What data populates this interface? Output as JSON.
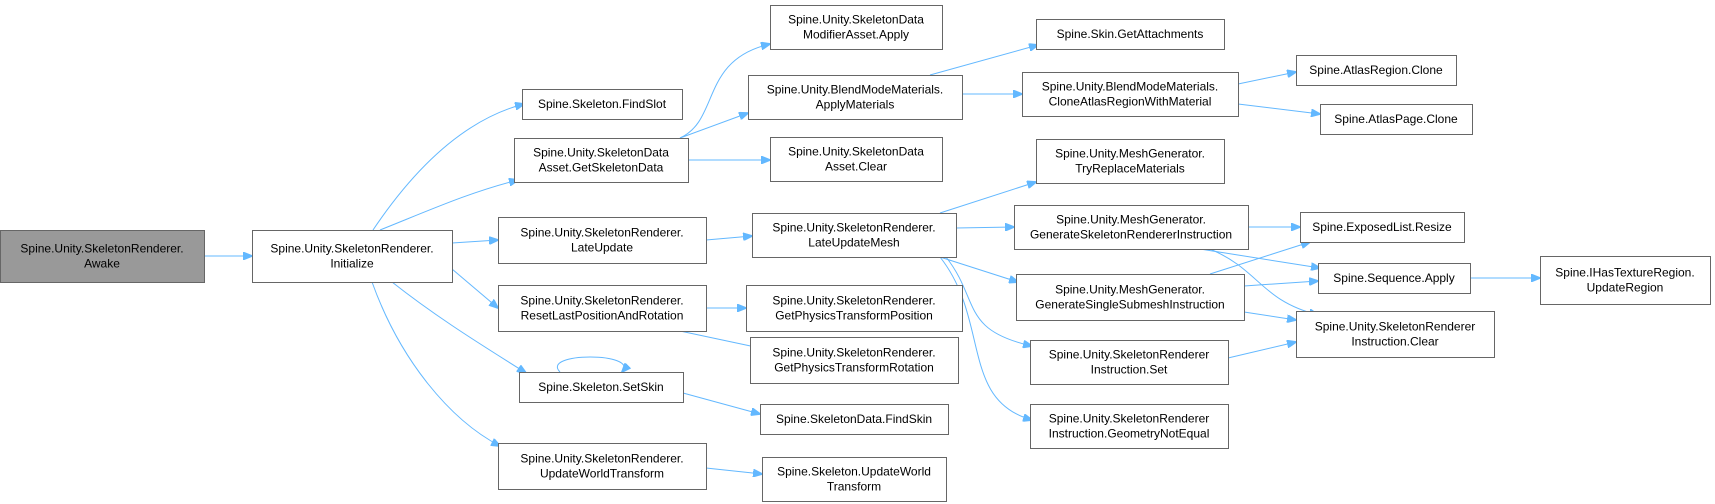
{
  "diagram": {
    "colors": {
      "node_border": "#666666",
      "node_fill": "#ffffff",
      "root_fill": "#999999",
      "edge": "#63b8ff"
    },
    "nodes": [
      {
        "id": "awake",
        "root": true,
        "lines": [
          "Spine.Unity.SkeletonRenderer.",
          "Awake"
        ]
      },
      {
        "id": "initialize",
        "lines": [
          "Spine.Unity.SkeletonRenderer.",
          "Initialize"
        ]
      },
      {
        "id": "findslot",
        "lines": [
          "Spine.Skeleton.FindSlot"
        ]
      },
      {
        "id": "getskeletondata",
        "lines": [
          "Spine.Unity.SkeletonData",
          "Asset.GetSkeletonData"
        ]
      },
      {
        "id": "lateupdate",
        "lines": [
          "Spine.Unity.SkeletonRenderer.",
          "LateUpdate"
        ]
      },
      {
        "id": "resetlast",
        "lines": [
          "Spine.Unity.SkeletonRenderer.",
          "ResetLastPositionAndRotation"
        ]
      },
      {
        "id": "setskin",
        "lines": [
          "Spine.Skeleton.SetSkin"
        ]
      },
      {
        "id": "updateworldtransform",
        "lines": [
          "Spine.Unity.SkeletonRenderer.",
          "UpdateWorldTransform"
        ]
      },
      {
        "id": "modifierapply",
        "lines": [
          "Spine.Unity.SkeletonData",
          "ModifierAsset.Apply"
        ]
      },
      {
        "id": "applymaterials",
        "lines": [
          "Spine.Unity.BlendModeMaterials.",
          "ApplyMaterials"
        ]
      },
      {
        "id": "assetclear",
        "lines": [
          "Spine.Unity.SkeletonData",
          "Asset.Clear"
        ]
      },
      {
        "id": "lateupdatemesh",
        "lines": [
          "Spine.Unity.SkeletonRenderer.",
          "LateUpdateMesh"
        ]
      },
      {
        "id": "getphyspos",
        "lines": [
          "Spine.Unity.SkeletonRenderer.",
          "GetPhysicsTransformPosition"
        ]
      },
      {
        "id": "getphysrot",
        "lines": [
          "Spine.Unity.SkeletonRenderer.",
          "GetPhysicsTransformRotation"
        ]
      },
      {
        "id": "findskin",
        "lines": [
          "Spine.SkeletonData.FindSkin"
        ]
      },
      {
        "id": "skelupdateworld",
        "lines": [
          "Spine.Skeleton.UpdateWorld",
          "Transform"
        ]
      },
      {
        "id": "getattachments",
        "lines": [
          "Spine.Skin.GetAttachments"
        ]
      },
      {
        "id": "cloneatlas",
        "lines": [
          "Spine.Unity.BlendModeMaterials.",
          "CloneAtlasRegionWithMaterial"
        ]
      },
      {
        "id": "tryreplace",
        "lines": [
          "Spine.Unity.MeshGenerator.",
          "TryReplaceMaterials"
        ]
      },
      {
        "id": "genskelinstr",
        "lines": [
          "Spine.Unity.MeshGenerator.",
          "GenerateSkeletonRendererInstruction"
        ]
      },
      {
        "id": "gensingle",
        "lines": [
          "Spine.Unity.MeshGenerator.",
          "GenerateSingleSubmeshInstruction"
        ]
      },
      {
        "id": "instrset",
        "lines": [
          "Spine.Unity.SkeletonRenderer",
          "Instruction.Set"
        ]
      },
      {
        "id": "geomnotequal",
        "lines": [
          "Spine.Unity.SkeletonRenderer",
          "Instruction.GeometryNotEqual"
        ]
      },
      {
        "id": "atlasregionclone",
        "lines": [
          "Spine.AtlasRegion.Clone"
        ]
      },
      {
        "id": "atlaspageclone",
        "lines": [
          "Spine.AtlasPage.Clone"
        ]
      },
      {
        "id": "exposedresize",
        "lines": [
          "Spine.ExposedList.Resize"
        ]
      },
      {
        "id": "seqapply",
        "lines": [
          "Spine.Sequence.Apply"
        ]
      },
      {
        "id": "instrclear",
        "lines": [
          "Spine.Unity.SkeletonRenderer",
          "Instruction.Clear"
        ]
      },
      {
        "id": "updateregion",
        "lines": [
          "Spine.IHasTextureRegion.",
          "UpdateRegion"
        ]
      }
    ],
    "edges": [
      {
        "from": "awake",
        "to": "initialize"
      },
      {
        "from": "initialize",
        "to": "findslot"
      },
      {
        "from": "initialize",
        "to": "getskeletondata"
      },
      {
        "from": "initialize",
        "to": "lateupdate"
      },
      {
        "from": "initialize",
        "to": "resetlast"
      },
      {
        "from": "initialize",
        "to": "setskin"
      },
      {
        "from": "initialize",
        "to": "updateworldtransform"
      },
      {
        "from": "getskeletondata",
        "to": "modifierapply"
      },
      {
        "from": "getskeletondata",
        "to": "applymaterials"
      },
      {
        "from": "getskeletondata",
        "to": "assetclear"
      },
      {
        "from": "lateupdate",
        "to": "lateupdatemesh"
      },
      {
        "from": "resetlast",
        "to": "getphyspos"
      },
      {
        "from": "resetlast",
        "to": "getphysrot"
      },
      {
        "from": "setskin",
        "to": "setskin"
      },
      {
        "from": "setskin",
        "to": "findskin"
      },
      {
        "from": "updateworldtransform",
        "to": "skelupdateworld"
      },
      {
        "from": "applymaterials",
        "to": "getattachments"
      },
      {
        "from": "applymaterials",
        "to": "cloneatlas"
      },
      {
        "from": "cloneatlas",
        "to": "atlasregionclone"
      },
      {
        "from": "cloneatlas",
        "to": "atlaspageclone"
      },
      {
        "from": "lateupdatemesh",
        "to": "tryreplace"
      },
      {
        "from": "lateupdatemesh",
        "to": "genskelinstr"
      },
      {
        "from": "lateupdatemesh",
        "to": "gensingle"
      },
      {
        "from": "lateupdatemesh",
        "to": "instrset"
      },
      {
        "from": "lateupdatemesh",
        "to": "geomnotequal"
      },
      {
        "from": "genskelinstr",
        "to": "exposedresize"
      },
      {
        "from": "genskelinstr",
        "to": "seqapply"
      },
      {
        "from": "genskelinstr",
        "to": "instrclear"
      },
      {
        "from": "gensingle",
        "to": "exposedresize"
      },
      {
        "from": "gensingle",
        "to": "seqapply"
      },
      {
        "from": "gensingle",
        "to": "instrclear"
      },
      {
        "from": "instrset",
        "to": "instrclear"
      },
      {
        "from": "seqapply",
        "to": "updateregion"
      }
    ]
  }
}
